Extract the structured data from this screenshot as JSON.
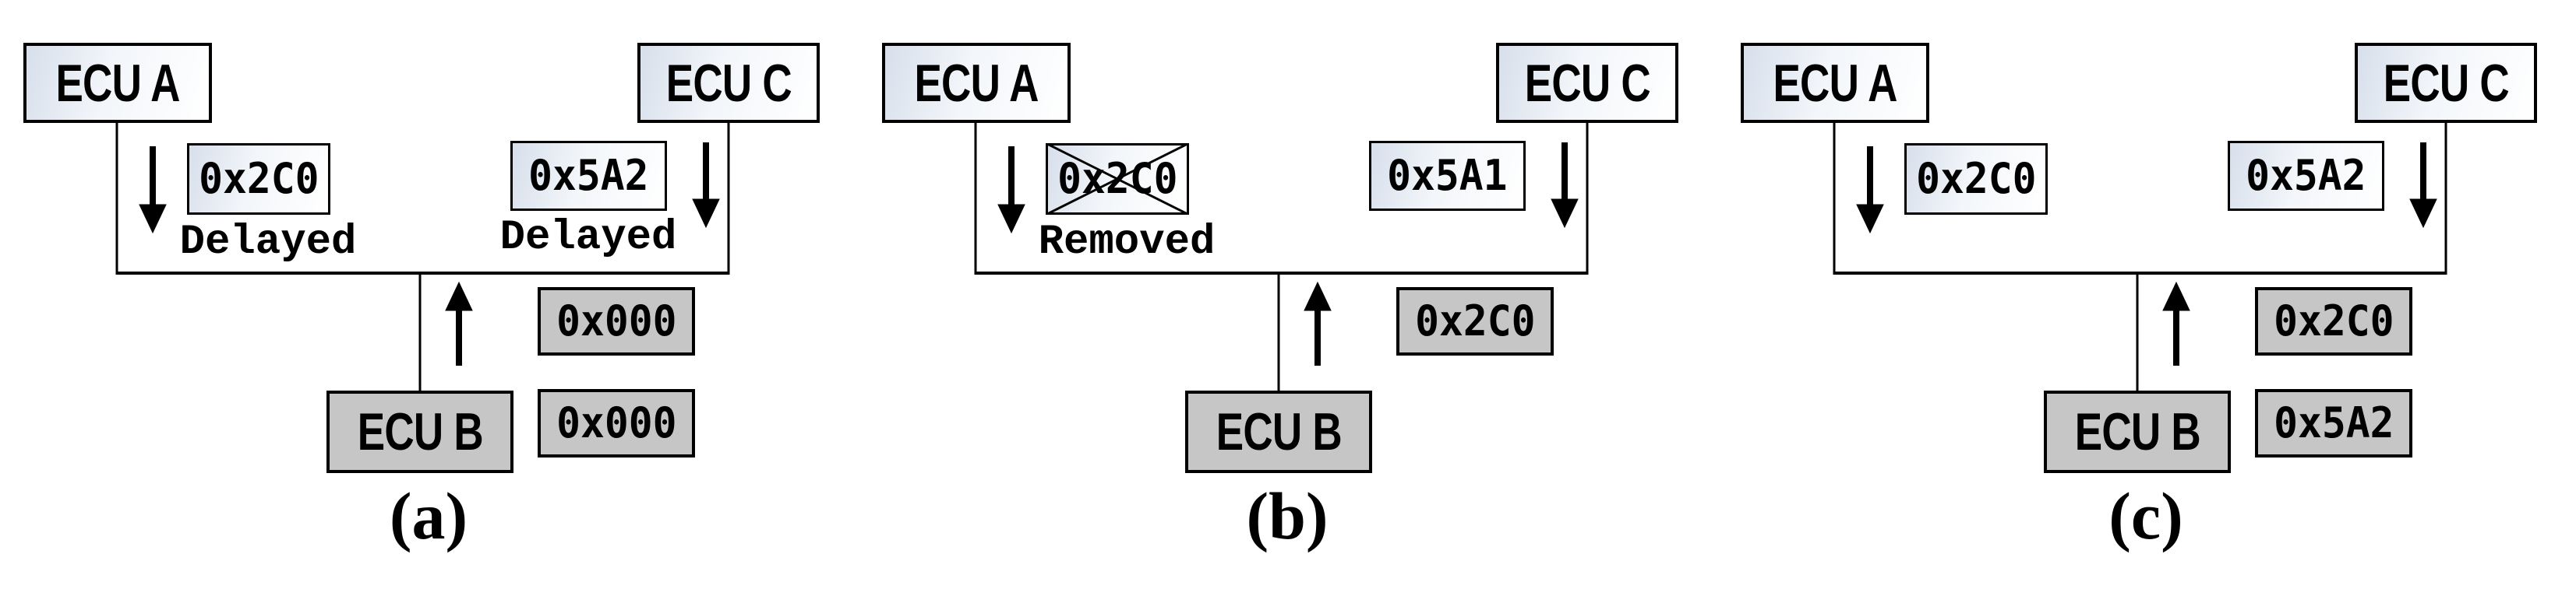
{
  "figure": {
    "description_labels": {
      "ecu_a": "ECU A",
      "ecu_b": "ECU B",
      "ecu_c": "ECU C"
    }
  },
  "panels": [
    {
      "caption": "(a)",
      "ecu_a": "ECU A",
      "ecu_b": "ECU B",
      "ecu_c": "ECU C",
      "msg_left": "0x2C0",
      "msg_left_note": "Delayed",
      "msg_left_removed": false,
      "msg_right": "0x5A2",
      "msg_right_note": "Delayed",
      "bus_msgs": [
        "0x000",
        "0x000"
      ]
    },
    {
      "caption": "(b)",
      "ecu_a": "ECU A",
      "ecu_b": "ECU B",
      "ecu_c": "ECU C",
      "msg_left": "0x2C0",
      "msg_left_note": "Removed",
      "msg_left_removed": true,
      "msg_right": "0x5A1",
      "msg_right_note": "",
      "bus_msgs": [
        "0x2C0"
      ]
    },
    {
      "caption": "(c)",
      "ecu_a": "ECU A",
      "ecu_b": "ECU B",
      "ecu_c": "ECU C",
      "msg_left": "0x2C0",
      "msg_left_note": "",
      "msg_left_removed": false,
      "msg_right": "0x5A2",
      "msg_right_note": "",
      "bus_msgs": [
        "0x2C0",
        "0x5A2"
      ]
    }
  ],
  "colors": {
    "background": "#ffffff",
    "border": "#000000",
    "line": "#000000",
    "text": "#000000",
    "node_fill_light_start": "#d7dfeb",
    "node_fill_light_end": "#ffffff",
    "node_fill_gray": "#c6c6c6"
  }
}
